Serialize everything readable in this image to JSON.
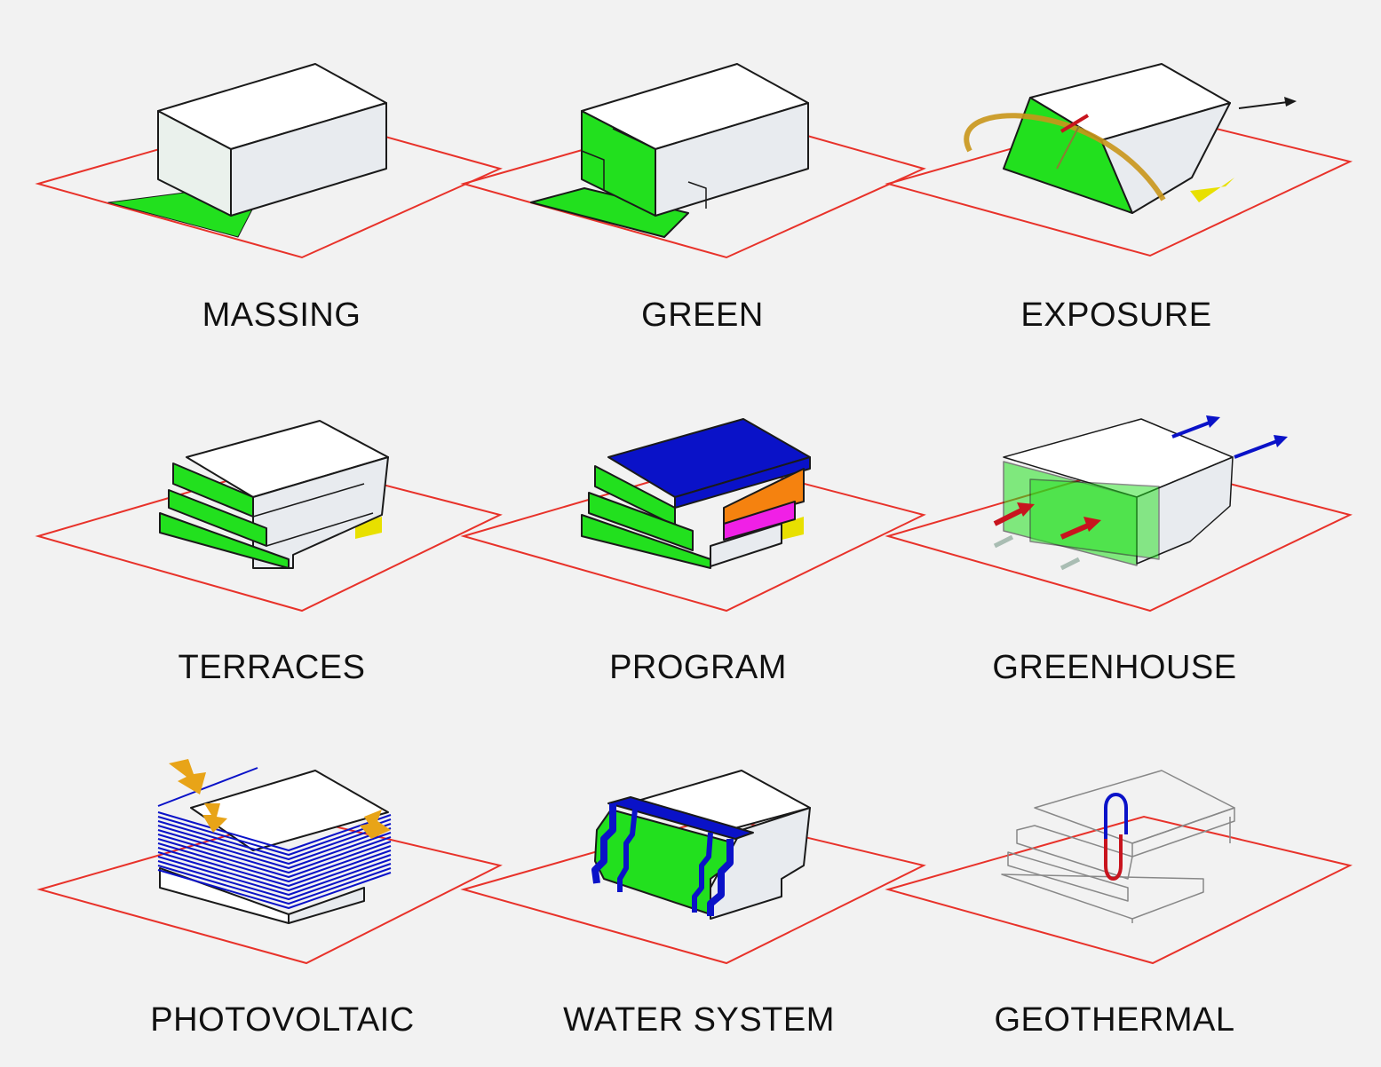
{
  "diagram": {
    "panels": [
      {
        "id": "massing",
        "label": "MASSING"
      },
      {
        "id": "green",
        "label": "GREEN"
      },
      {
        "id": "exposure",
        "label": "EXPOSURE"
      },
      {
        "id": "terraces",
        "label": "TERRACES"
      },
      {
        "id": "program",
        "label": "PROGRAM"
      },
      {
        "id": "greenhouse",
        "label": "GREENHOUSE"
      },
      {
        "id": "photovoltaic",
        "label": "PHOTOVOLTAIC"
      },
      {
        "id": "water-system",
        "label": "WATER SYSTEM"
      },
      {
        "id": "geothermal",
        "label": "GEOTHERMAL"
      }
    ]
  },
  "colors": {
    "background": "#f2f2f2",
    "site_outline": "#e8322a",
    "green": "#22e01e",
    "blue": "#0a12c8",
    "orange": "#f5820f",
    "magenta": "#f020e6",
    "yellow": "#e8e000",
    "sun_arrow": "#e8a418",
    "red_arrow": "#c8141e",
    "outline": "#1a1a1a",
    "white_face": "#ffffff",
    "grey_face": "#e4e6ea"
  }
}
